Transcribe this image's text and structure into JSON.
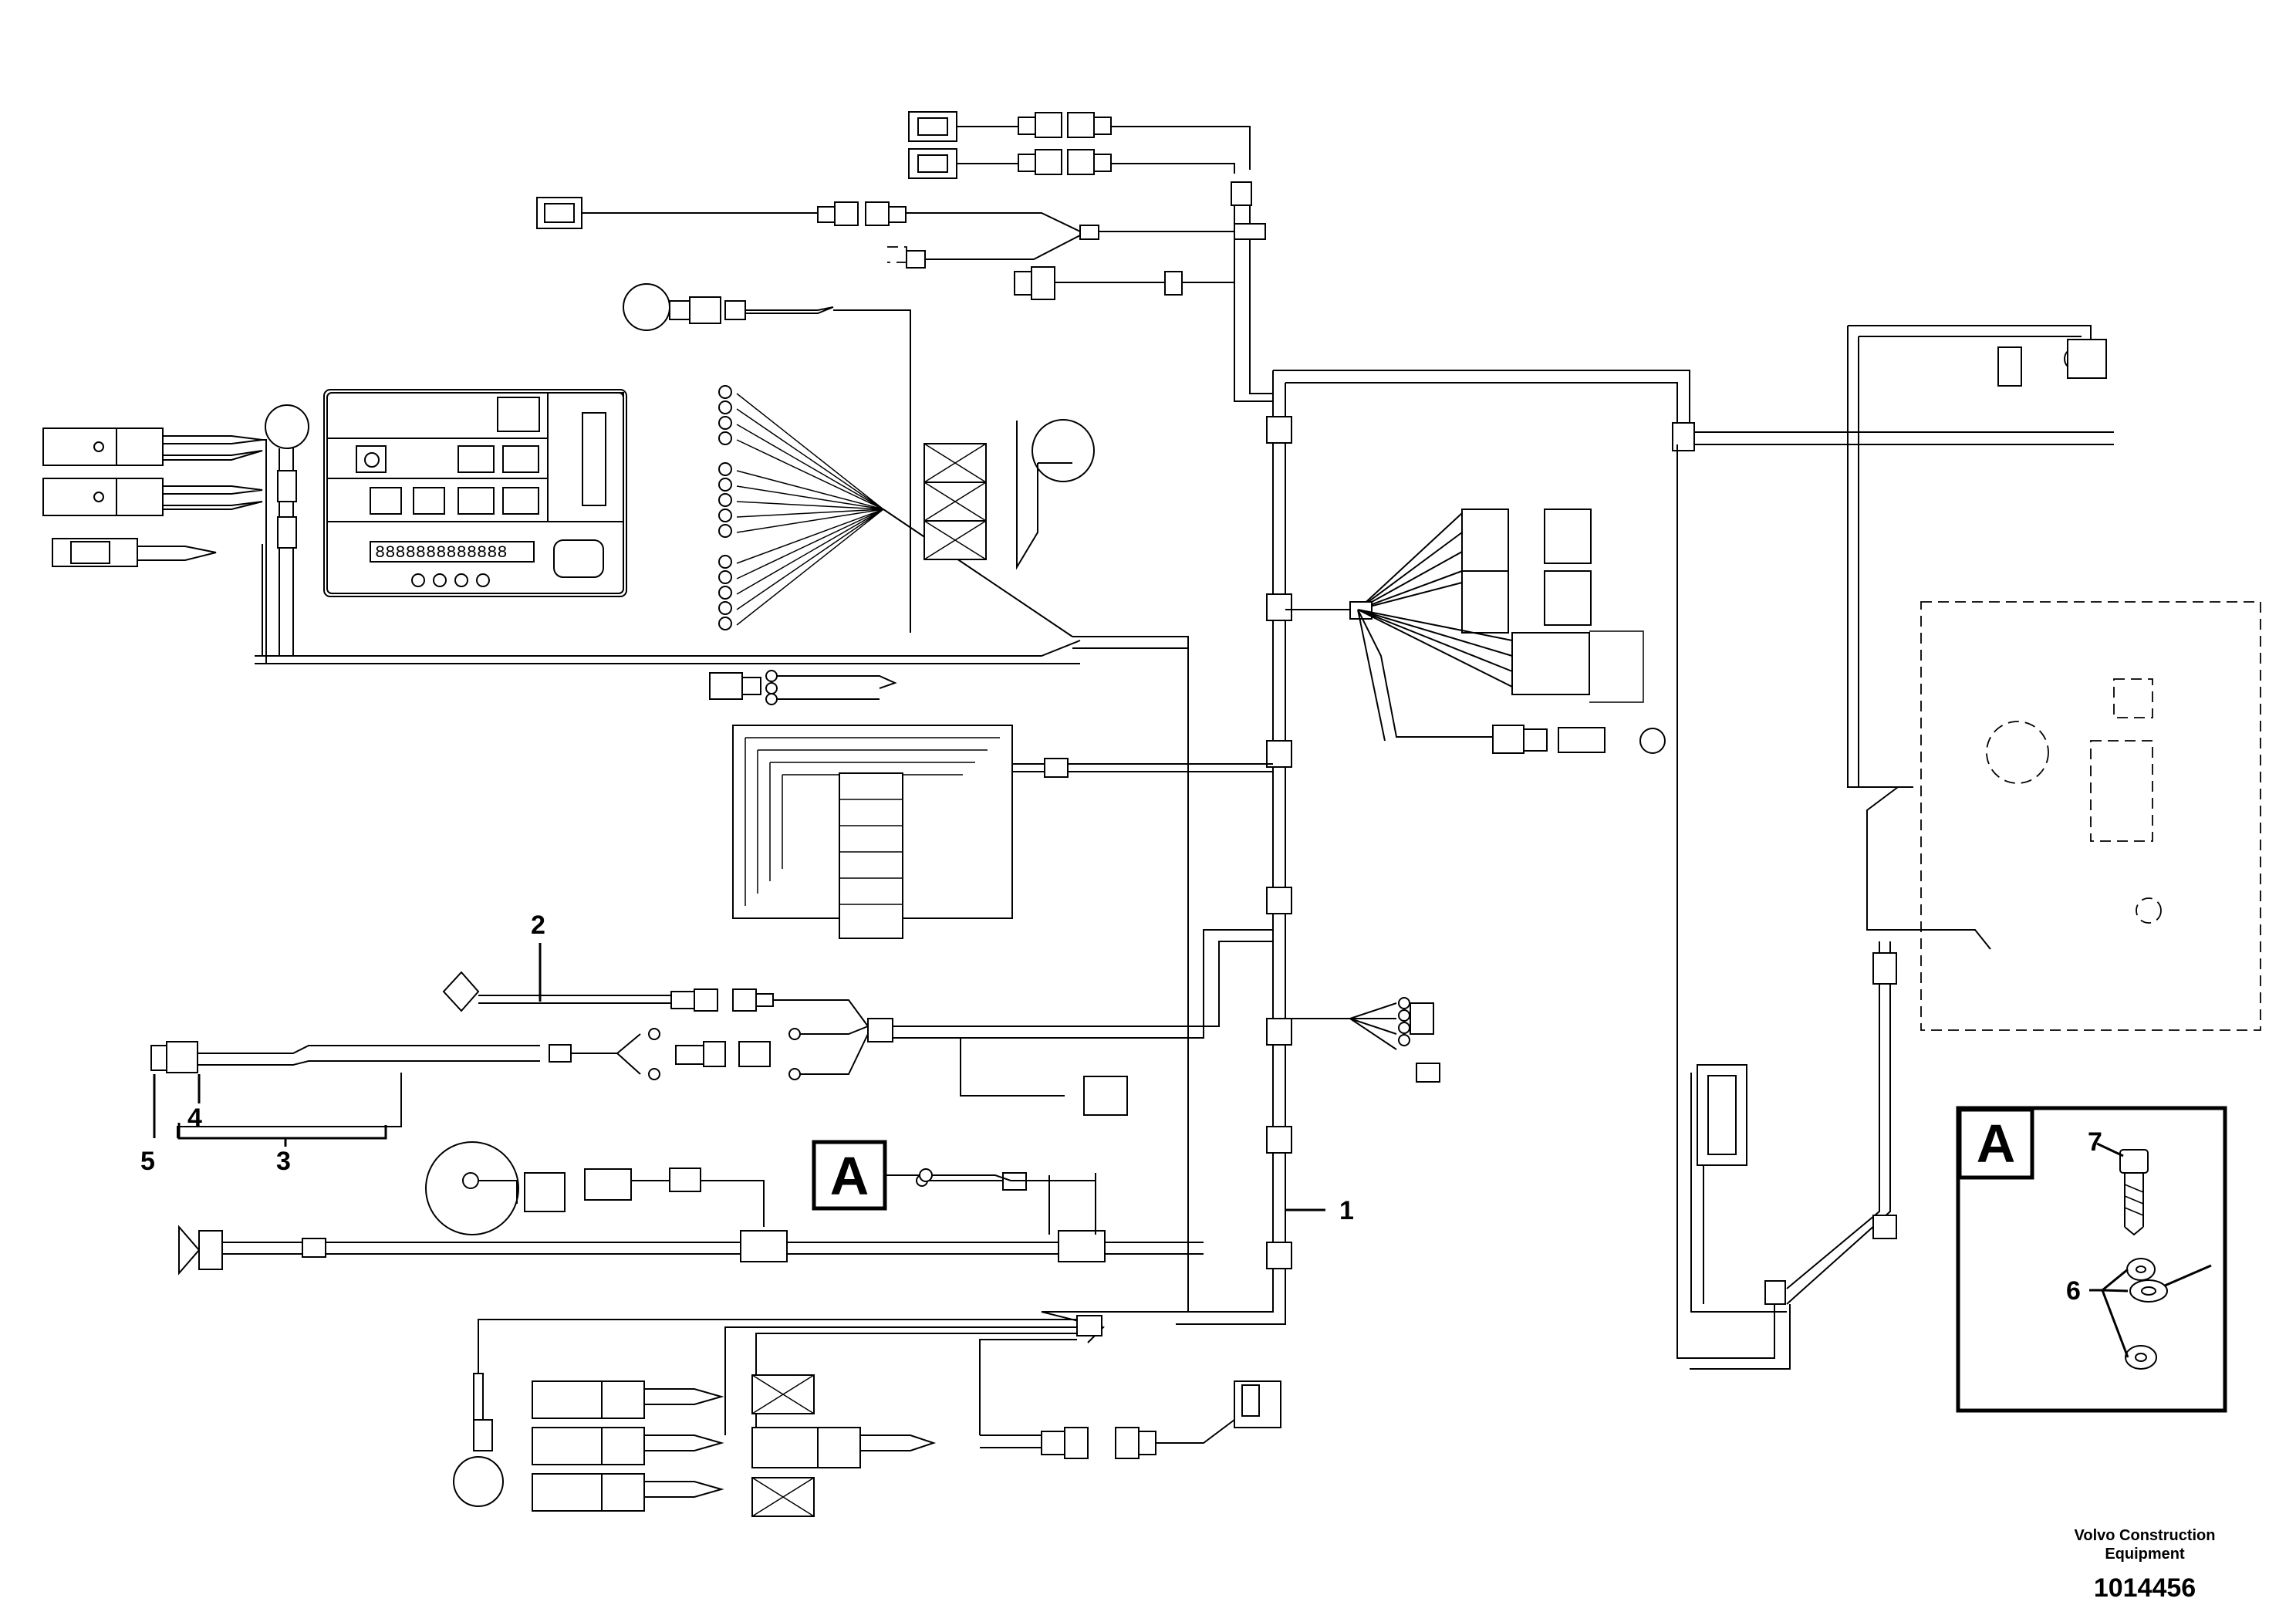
{
  "callouts": [
    {
      "id": "1",
      "label": "1"
    },
    {
      "id": "2",
      "label": "2"
    },
    {
      "id": "3",
      "label": "3"
    },
    {
      "id": "4",
      "label": "4"
    },
    {
      "id": "5",
      "label": "5"
    },
    {
      "id": "6",
      "label": "6"
    },
    {
      "id": "7",
      "label": "7"
    }
  ],
  "detail_marker": "A",
  "detail_view_label": "A",
  "display_readout": "8888888888888",
  "credit": {
    "brand": "Volvo Construction Equipment",
    "document_number": "1014456"
  }
}
